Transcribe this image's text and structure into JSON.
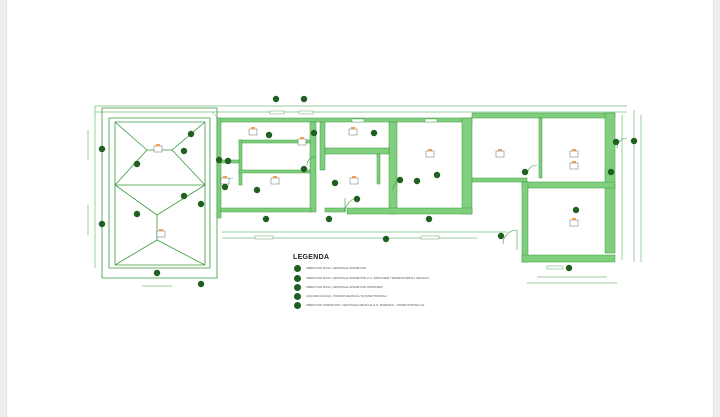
{
  "colors": {
    "wall": "#7fcf7f",
    "line": "#3a9a3a",
    "marker": "#1f5f1f",
    "background": "#ffffff",
    "outer": "#eceef2"
  },
  "legend": {
    "title": "LEGENDA",
    "items": [
      {
        "text": "OBIEKTOW DAVA, CENTRALE SPRZETOW"
      },
      {
        "text": "OBIEKTOW DAVA, CENTRALE SPRZETOW Z.O. WIDOKIEM / WKRETPORTALI WEJSCIA"
      },
      {
        "text": "OBIEKTOW DAVA, CENTRALE SPRZETOW WIDOKIEM"
      },
      {
        "text": "CZUJNIKI RUCHU, POZIOM WEJSCIA / DOSTEP PORTALI"
      },
      {
        "text": "OBIEKTOW SPRZETOW / CENTRALE WEJSCIA Z.O. ROZDZIAL / WKRETPORTALI 01"
      }
    ]
  }
}
